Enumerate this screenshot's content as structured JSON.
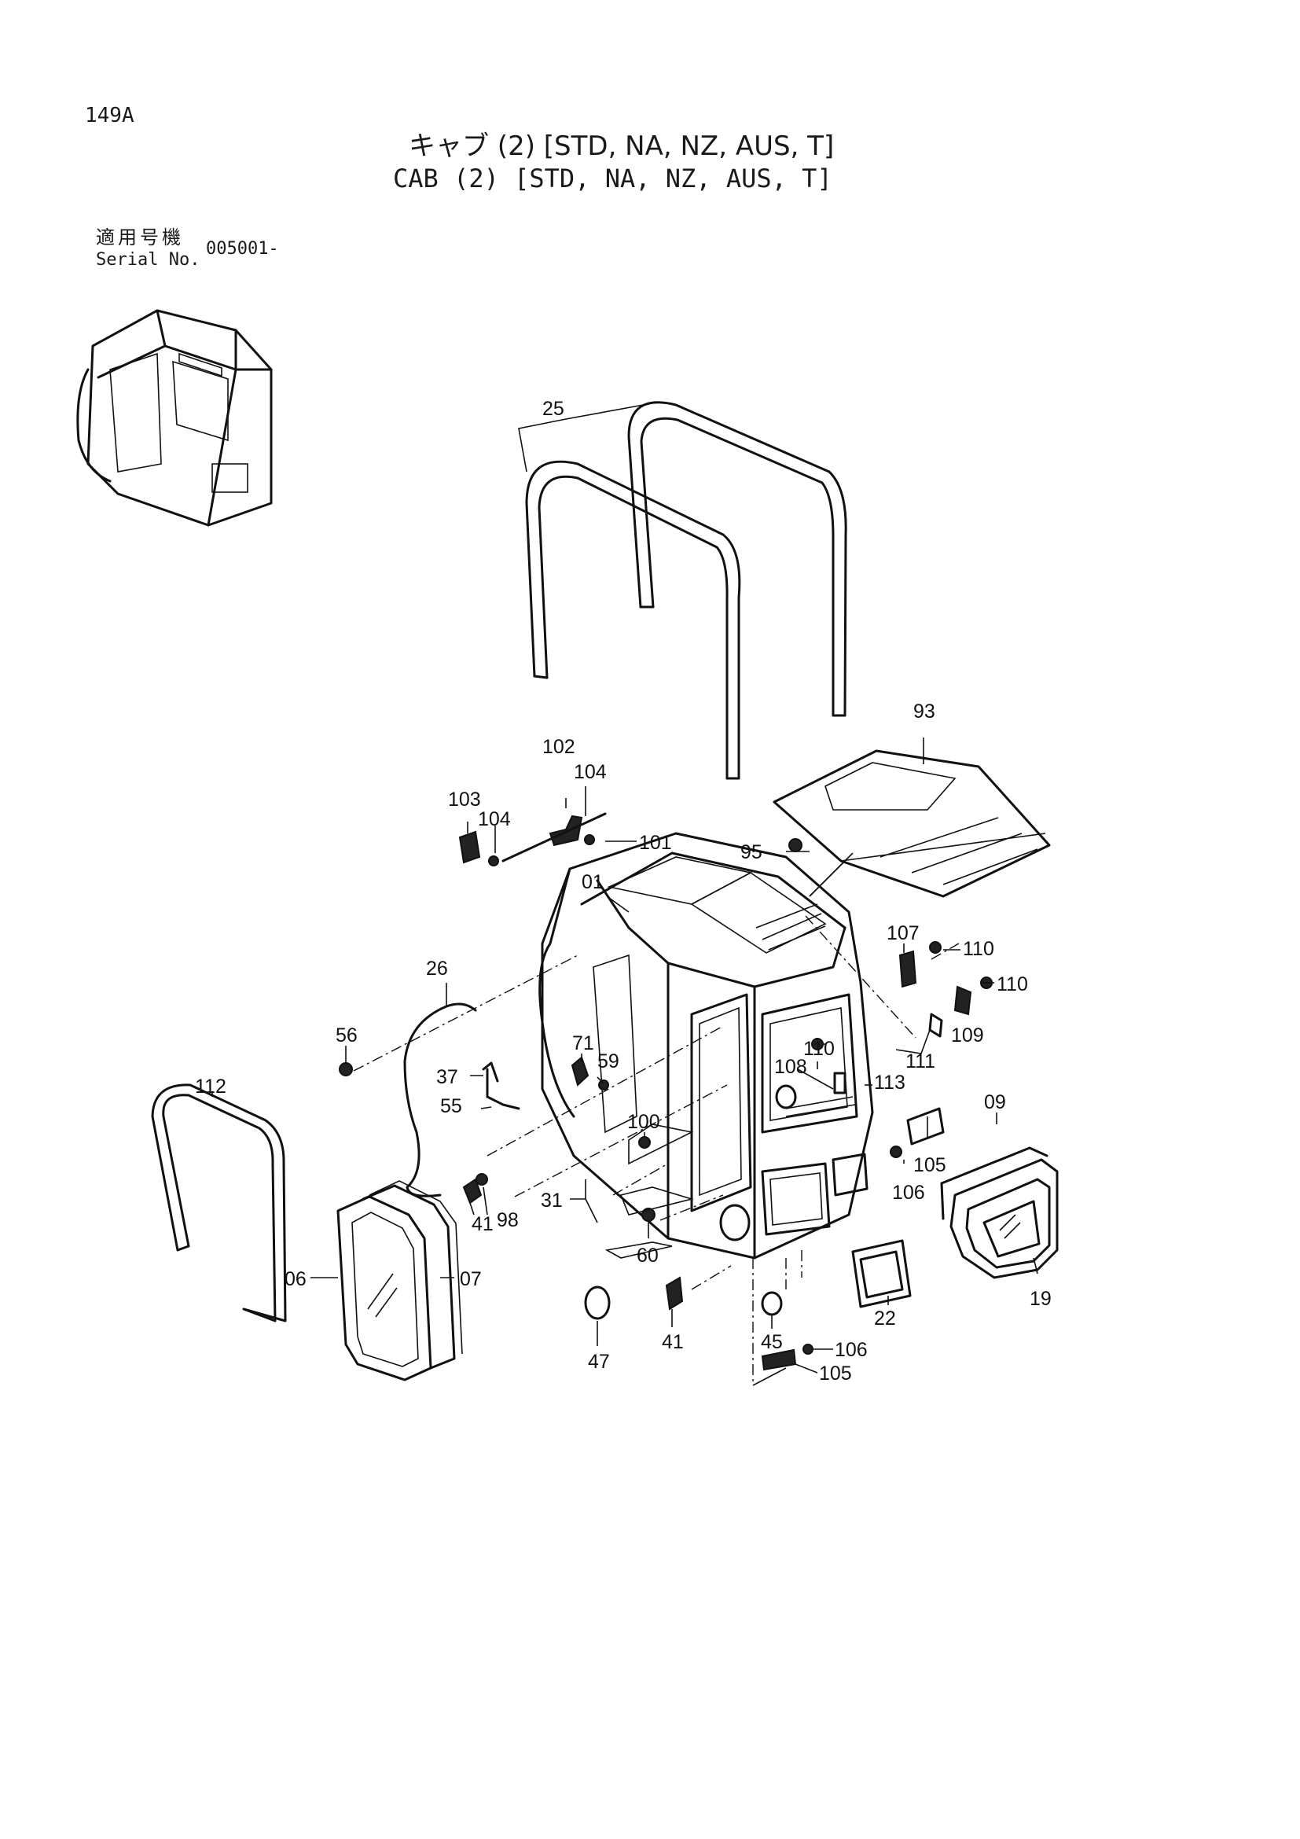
{
  "page_number": "149A",
  "title_ja": "キャブ (2) [STD, NA, NZ, AUS, T]",
  "title_en": "CAB (2)  [STD, NA, NZ, AUS, T]",
  "serial": {
    "label_ja": "適用号機",
    "label_en": "Serial No.",
    "value": "005001-"
  },
  "callouts": [
    "25",
    "93",
    "102",
    "104",
    "103",
    "104",
    "101",
    "95",
    "01",
    "107",
    "110",
    "110",
    "26",
    "71",
    "59",
    "110",
    "109",
    "111",
    "108",
    "113",
    "56",
    "37",
    "55",
    "112",
    "100",
    "09",
    "105",
    "106",
    "41",
    "98",
    "31",
    "60",
    "06",
    "07",
    "22",
    "19",
    "47",
    "41",
    "45",
    "106",
    "105"
  ]
}
